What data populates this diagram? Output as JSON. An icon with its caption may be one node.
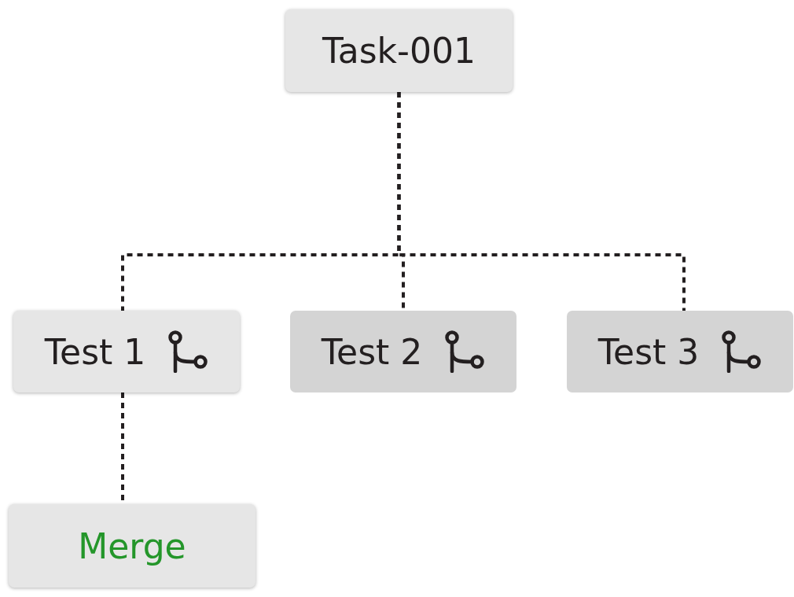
{
  "diagram": {
    "nodes": [
      {
        "text": [
          "Task-001"
        ]
      },
      {
        "text": [
          "Test 1"
        ]
      },
      {
        "text": [
          "Test 2"
        ]
      },
      {
        "text": [
          "Test 3"
        ]
      },
      {
        "text": [
          "Merge"
        ]
      }
    ],
    "edges": [
      {
        "from": 0,
        "to": 1,
        "arrow": "none",
        "style": "dashed"
      },
      {
        "from": 0,
        "to": 2,
        "arrow": "none",
        "style": "dashed"
      },
      {
        "from": 0,
        "to": 3,
        "arrow": "none",
        "style": "dashed"
      },
      {
        "from": 1,
        "to": 4,
        "arrow": "none",
        "style": "dashed"
      }
    ]
  }
}
